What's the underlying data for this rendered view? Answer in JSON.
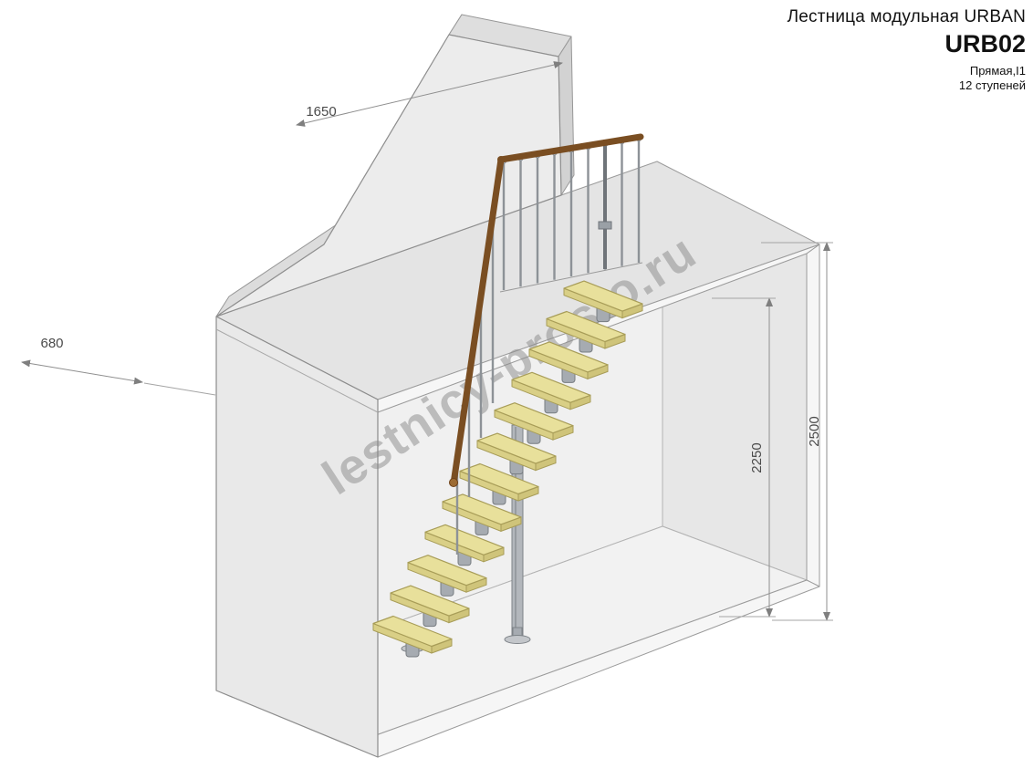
{
  "title_block": {
    "product_line": "Лестница модульная URBAN",
    "model": "URB02",
    "type": "Прямая,I1",
    "steps_count": "12 ступеней"
  },
  "dimensions": {
    "wall_width": "1650",
    "landing_depth": "680",
    "total_height": "2500",
    "clear_height": "2250"
  },
  "watermark": "lestnicy-prosto.ru",
  "drawing": {
    "steps_total": 12,
    "landing_balusters": 9,
    "colors": {
      "step_top": "#e8e09b",
      "step_front": "#cfc47a",
      "step_side": "#d9cf86",
      "step_stroke": "#a89d58",
      "metal": "#a6abb1",
      "metal_stroke": "#777c81",
      "handrail": "#7a4e22",
      "handrail_cap": "#9c6b33",
      "dimension_line": "#8f8f8f",
      "wall_fill": "#ececec"
    }
  }
}
